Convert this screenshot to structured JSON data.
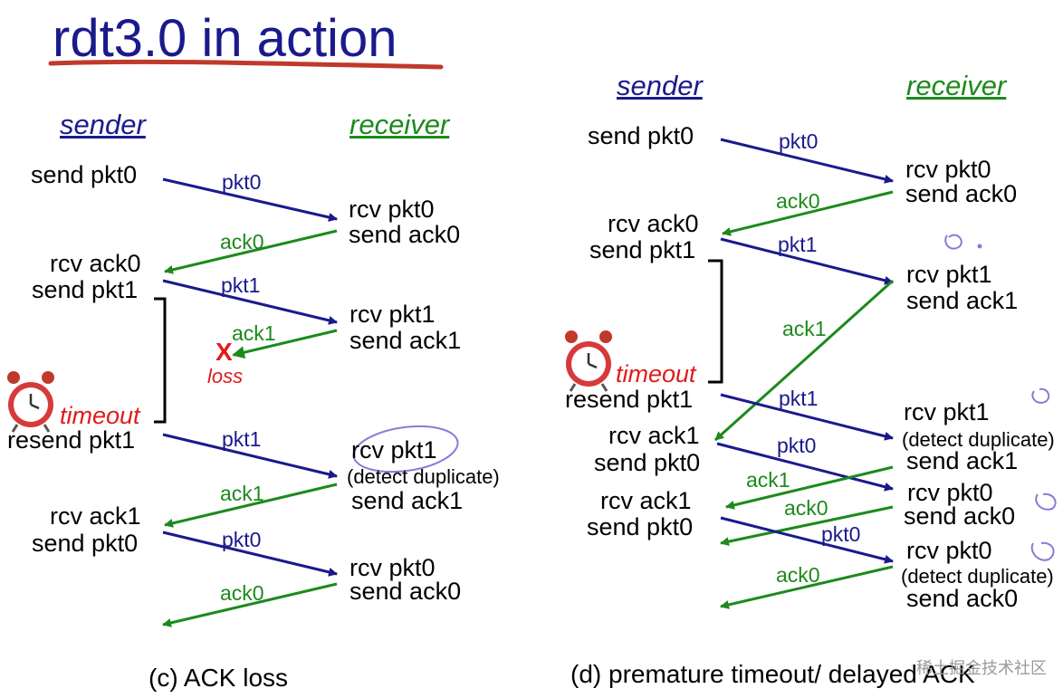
{
  "title": "rdt3.0 in action",
  "colors": {
    "blue": "#1a1a8c",
    "green": "#1c8a1c",
    "red": "#e11b1b",
    "title_underline": "#c0392b",
    "note_purple": "#8a7ad6"
  },
  "left": {
    "sender_header": "sender",
    "receiver_header": "receiver",
    "sender_events": [
      "send pkt0",
      "rcv ack0",
      "send pkt1",
      "resend pkt1",
      "rcv ack1",
      "send pkt0"
    ],
    "receiver_events": [
      "rcv pkt0",
      "send ack0",
      "rcv pkt1",
      "send ack1",
      "rcv pkt1",
      "(detect duplicate)",
      "send ack1",
      "rcv pkt0",
      "send ack0"
    ],
    "arrow_labels": [
      "pkt0",
      "ack0",
      "pkt1",
      "ack1",
      "pkt1",
      "ack1",
      "pkt0",
      "ack0"
    ],
    "loss_mark": "X",
    "loss_label": "loss",
    "timeout_label": "timeout",
    "caption": "(c) ACK loss"
  },
  "right": {
    "sender_header": "sender",
    "receiver_header": "receiver",
    "sender_events": [
      "send pkt0",
      "rcv ack0",
      "send pkt1",
      "resend pkt1",
      "rcv ack1",
      "send pkt0",
      "rcv ack1",
      "send pkt0"
    ],
    "receiver_events": [
      "rcv pkt0",
      "send ack0",
      "rcv pkt1",
      "send ack1",
      "rcv pkt1",
      "(detect duplicate)",
      "send ack1",
      "rcv pkt0",
      "send ack0",
      "rcv pkt0",
      "(detect duplicate)",
      "send ack0"
    ],
    "arrow_labels": [
      "pkt0",
      "ack0",
      "pkt1",
      "ack1",
      "pkt1",
      "pkt0",
      "ack1",
      "ack0",
      "pkt0",
      "ack0"
    ],
    "timeout_label": "timeout",
    "caption": "(d) premature timeout/ delayed ACK"
  },
  "watermark": "稀土掘金技术社区",
  "icons": [
    "alarm-clock-icon",
    "handwritten-annotation"
  ]
}
